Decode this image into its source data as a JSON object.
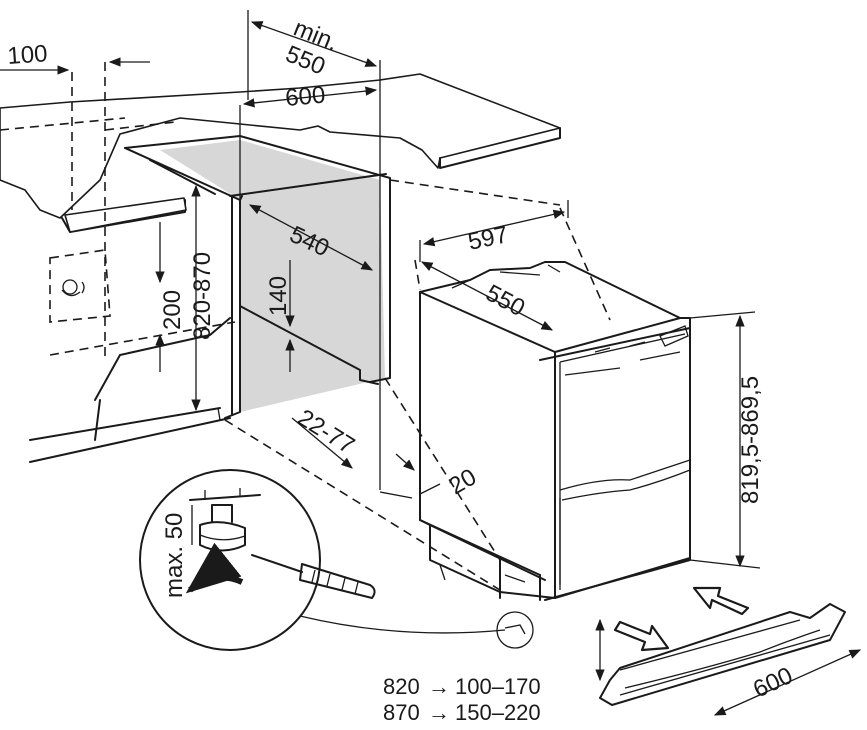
{
  "dimensions": {
    "top_offset": "100",
    "min_label": "min.",
    "min_depth": "550",
    "niche_width": "600",
    "inner_depth": "540",
    "plinth_height": "140",
    "socket_height": "200",
    "niche_height": "820-870",
    "gap": "22-77",
    "side_offset": "20",
    "appliance_width": "597",
    "appliance_depth": "550",
    "appliance_height": "819,5-869,5",
    "foot_adjust": "max. 50",
    "plinth_length": "600"
  },
  "table": [
    {
      "height": "820",
      "arrow": "→",
      "range": "100–170"
    },
    {
      "height": "870",
      "arrow": "→",
      "range": "150–220"
    }
  ]
}
